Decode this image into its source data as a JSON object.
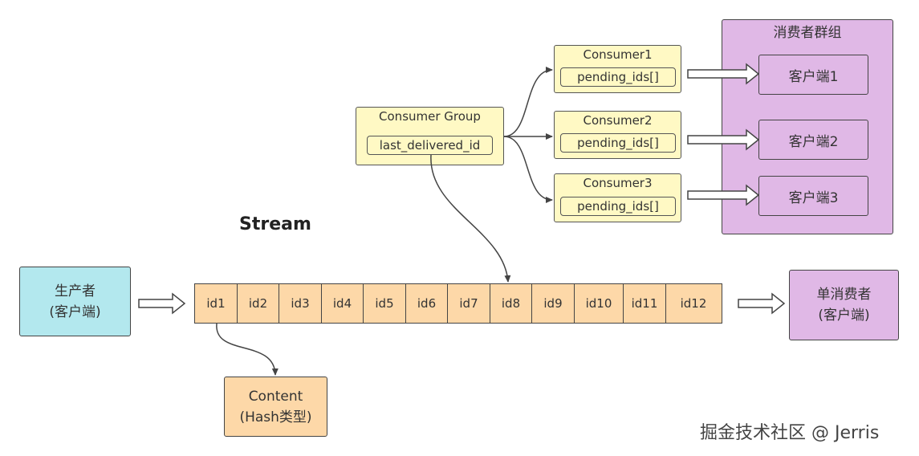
{
  "consumer_group_box": {
    "title": "消费者群组"
  },
  "clients": [
    {
      "label": "客户端1"
    },
    {
      "label": "客户端2"
    },
    {
      "label": "客户端3"
    }
  ],
  "consumers": [
    {
      "title": "Consumer1",
      "field": "pending_ids[]"
    },
    {
      "title": "Consumer2",
      "field": "pending_ids[]"
    },
    {
      "title": "Consumer3",
      "field": "pending_ids[]"
    }
  ],
  "group": {
    "title": "Consumer Group",
    "field": "last_delivered_id"
  },
  "stream": {
    "title": "Stream",
    "ids": [
      "id1",
      "id2",
      "id3",
      "id4",
      "id5",
      "id6",
      "id7",
      "id8",
      "id9",
      "id10",
      "id11",
      "id12"
    ]
  },
  "producer": {
    "line1": "生产者",
    "line2": "(客户端)"
  },
  "single_consumer": {
    "line1": "单消费者",
    "line2": "(客户端)"
  },
  "content": {
    "line1": "Content",
    "line2": "(Hash类型)"
  },
  "watermark": "掘金技术社区 @ Jerris",
  "colors": {
    "purple": "#e0b8e6",
    "yellow": "#fff9c4",
    "orange": "#fdd8a8",
    "cyan": "#b3e8ee"
  }
}
